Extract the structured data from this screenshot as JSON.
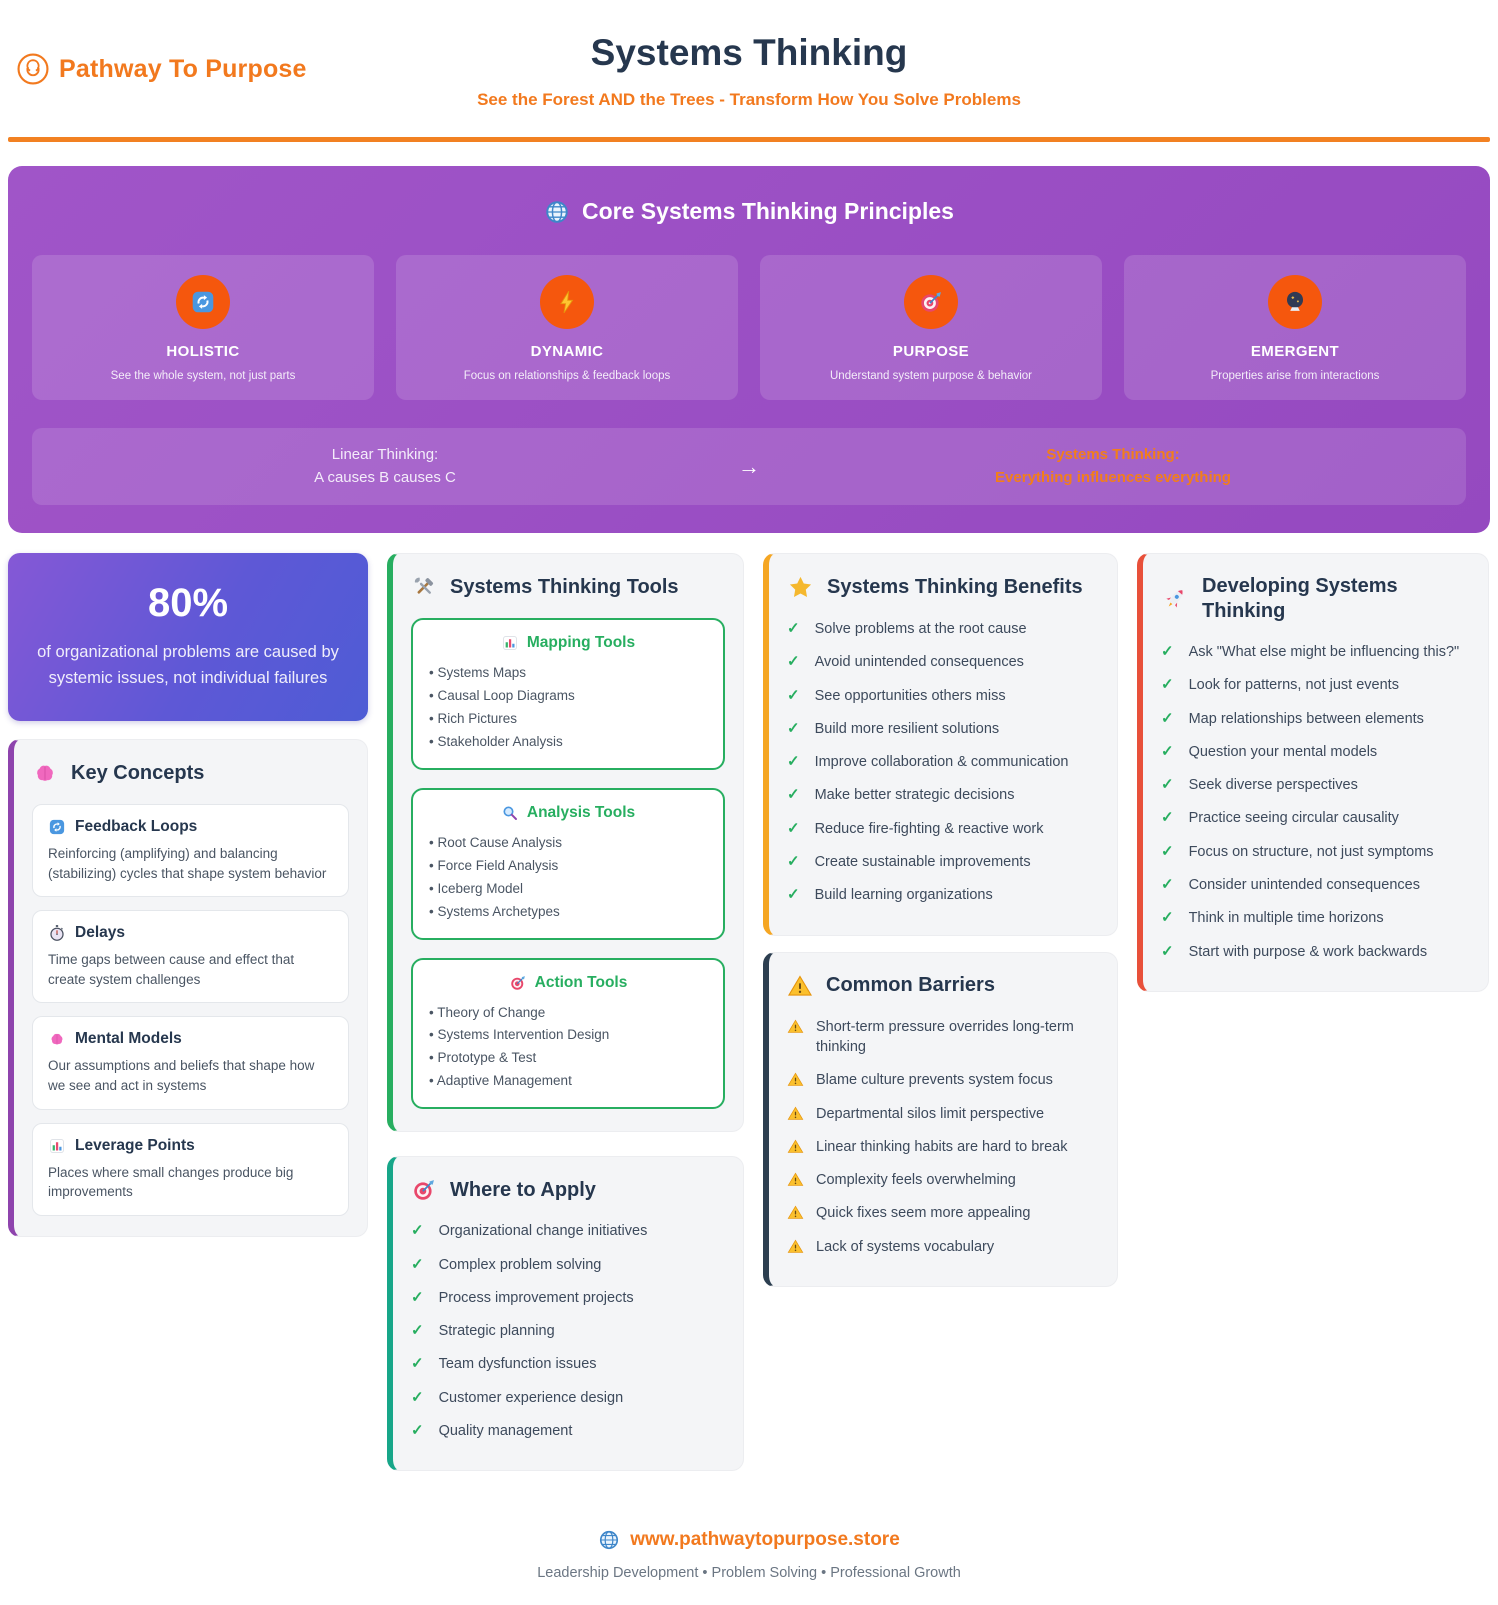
{
  "glyphs": {
    "check": "✓"
  },
  "colors": {
    "accent_orange": "#F2791E",
    "banner_purple": "#9B4FC3",
    "badge_orange": "#F5570D",
    "navy": "#26374E",
    "green": "#27AE60",
    "teal": "#17A689",
    "amber": "#F5A623",
    "red": "#E8503A",
    "stat_gradient": [
      "#8558D6",
      "#4E5CD5"
    ]
  },
  "header": {
    "brand": "Pathway To Purpose",
    "title": "Systems Thinking",
    "subtitle": "See the Forest AND the Trees - Transform How You Solve Problems"
  },
  "principles": {
    "title": "Core Systems Thinking Principles",
    "cards": [
      {
        "title": "HOLISTIC",
        "desc": "See the whole system, not just parts",
        "icon": "refresh-icon"
      },
      {
        "title": "DYNAMIC",
        "desc": "Focus on relationships & feedback loops",
        "icon": "lightning-icon"
      },
      {
        "title": "PURPOSE",
        "desc": "Understand system purpose & behavior",
        "icon": "target-icon"
      },
      {
        "title": "EMERGENT",
        "desc": "Properties arise from interactions",
        "icon": "crystal-ball-icon"
      }
    ],
    "comparison": {
      "linear_label": "Linear Thinking:",
      "linear_desc": "A causes B causes C",
      "arrow": "→",
      "systems_label": "Systems Thinking:",
      "systems_desc": "Everything influences everything"
    }
  },
  "stat": {
    "value": "80%",
    "desc": "of organizational problems are caused by systemic issues, not individual failures"
  },
  "key_concepts": {
    "title": "Key Concepts",
    "items": [
      {
        "title": "Feedback Loops",
        "desc": "Reinforcing (amplifying) and balancing (stabilizing) cycles that shape system behavior"
      },
      {
        "title": "Delays",
        "desc": "Time gaps between cause and effect that create system challenges"
      },
      {
        "title": "Mental Models",
        "desc": "Our assumptions and beliefs that shape how we see and act in systems"
      },
      {
        "title": "Leverage Points",
        "desc": "Places where small changes produce big improvements"
      }
    ]
  },
  "tools": {
    "title": "Systems Thinking Tools",
    "groups": [
      {
        "title": "Mapping Tools",
        "items": [
          "Systems Maps",
          "Causal Loop Diagrams",
          "Rich Pictures",
          "Stakeholder Analysis"
        ]
      },
      {
        "title": "Analysis Tools",
        "items": [
          "Root Cause Analysis",
          "Force Field Analysis",
          "Iceberg Model",
          "Systems Archetypes"
        ]
      },
      {
        "title": "Action Tools",
        "items": [
          "Theory of Change",
          "Systems Intervention Design",
          "Prototype & Test",
          "Adaptive Management"
        ]
      }
    ]
  },
  "apply": {
    "title": "Where to Apply",
    "items": [
      "Organizational change initiatives",
      "Complex problem solving",
      "Process improvement projects",
      "Strategic planning",
      "Team dysfunction issues",
      "Customer experience design",
      "Quality management"
    ]
  },
  "benefits": {
    "title": "Systems Thinking Benefits",
    "items": [
      "Solve problems at the root cause",
      "Avoid unintended consequences",
      "See opportunities others miss",
      "Build more resilient solutions",
      "Improve collaboration & communication",
      "Make better strategic decisions",
      "Reduce fire-fighting & reactive work",
      "Create sustainable improvements",
      "Build learning organizations"
    ]
  },
  "barriers": {
    "title": "Common Barriers",
    "items": [
      "Short-term pressure overrides long-term thinking",
      "Blame culture prevents system focus",
      "Departmental silos limit perspective",
      "Linear thinking habits are hard to break",
      "Complexity feels overwhelming",
      "Quick fixes seem more appealing",
      "Lack of systems vocabulary"
    ]
  },
  "developing": {
    "title": "Developing Systems Thinking",
    "items": [
      "Ask \"What else might be influencing this?\"",
      "Look for patterns, not just events",
      "Map relationships between elements",
      "Question your mental models",
      "Seek diverse perspectives",
      "Practice seeing circular causality",
      "Focus on structure, not just symptoms",
      "Consider unintended consequences",
      "Think in multiple time horizons",
      "Start with purpose & work backwards"
    ]
  },
  "footer": {
    "url": "www.pathwaytopurpose.store",
    "tagline": "Leadership Development • Problem Solving • Professional Growth"
  }
}
